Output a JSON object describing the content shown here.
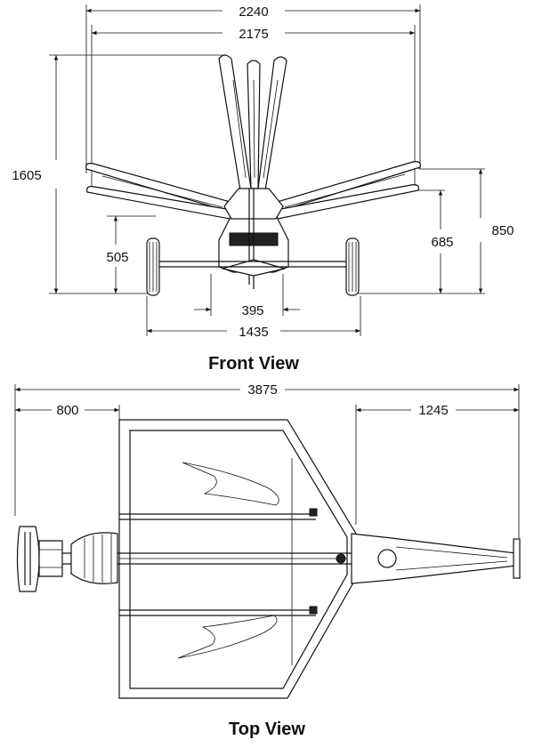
{
  "front_view": {
    "title": "Front View",
    "dimensions": {
      "overall_width": "2240",
      "folded_width": "2175",
      "height": "1605",
      "wing_height_left": "505",
      "wing_height_right": "685",
      "tip_height_right": "850",
      "hub_width": "395",
      "track_width": "1435"
    }
  },
  "top_view": {
    "title": "Top View",
    "dimensions": {
      "overall_length": "3875",
      "tail_offset": "800",
      "nose_offset": "1245"
    }
  },
  "colors": {
    "line": "#111111",
    "background": "#ffffff"
  }
}
